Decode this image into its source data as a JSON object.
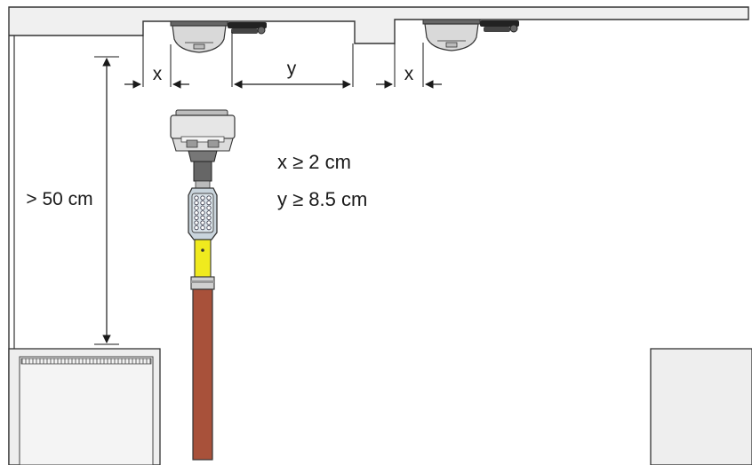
{
  "dimensions": {
    "x_label": "x",
    "y_label": "y",
    "height_label": "> 50 cm"
  },
  "requirements": {
    "x_min": "x ≥ 2 cm",
    "y_min": "y ≥ 8.5 cm"
  },
  "colors": {
    "wall_fill": "#f0f0f0",
    "outline": "#333333",
    "pole": "#a8513a",
    "pole_extension": "#f0ea1e",
    "keypad_housing": "#c9d4dc"
  }
}
